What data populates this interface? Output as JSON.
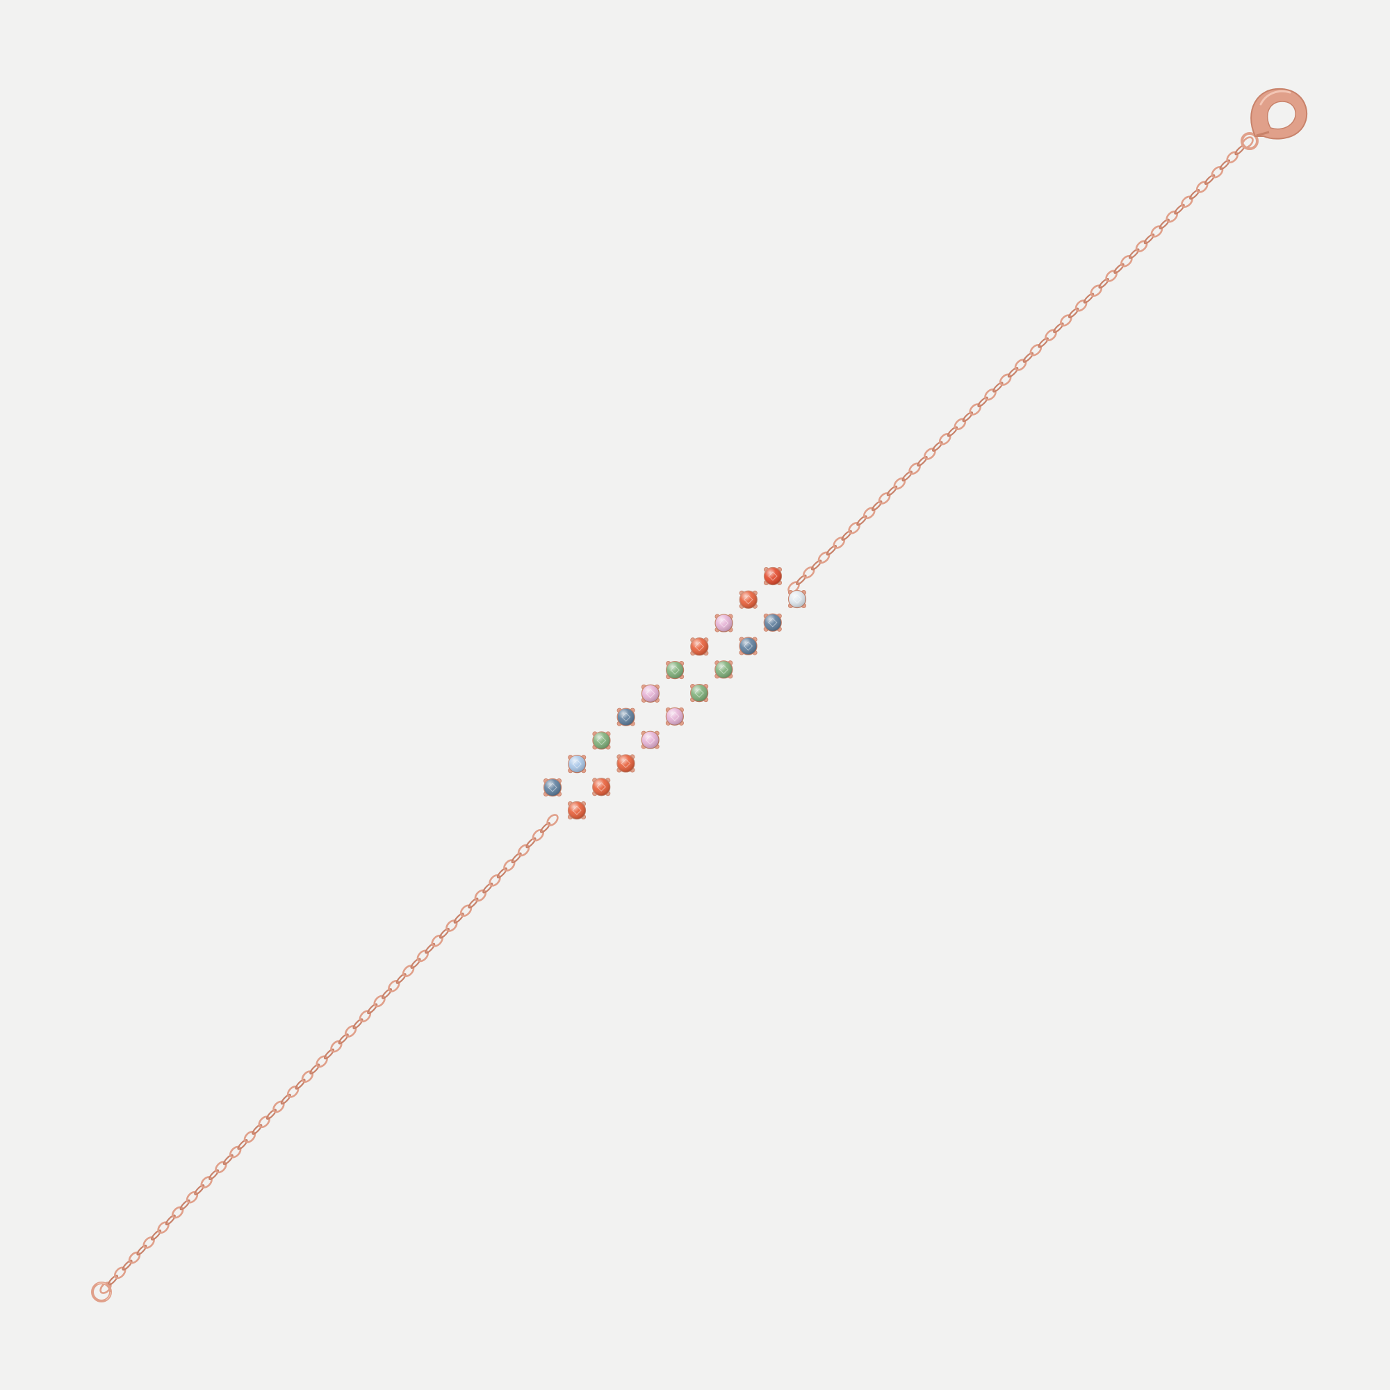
{
  "image": {
    "subject": "bracelet",
    "background_color": "#f2f2f1",
    "metal_color": "#e0a08a",
    "metal_highlight": "#f2c6b5",
    "metal_shadow": "#c8826a"
  },
  "stone_palette": {
    "orange": "#e8603a",
    "red_orange": "#e34a2c",
    "pink": "#e6b3d6",
    "green": "#7fb07a",
    "blue": "#5f7f9e",
    "light_blue": "#a9c7e8",
    "white": "#dfe8ef"
  },
  "stones_upper_branch": [
    "red_orange",
    "orange",
    "pink",
    "orange",
    "green",
    "pink",
    "blue",
    "green",
    "light_blue",
    "blue"
  ],
  "stones_lower_branch": [
    "white",
    "blue",
    "blue",
    "green",
    "green",
    "pink",
    "pink",
    "orange",
    "orange",
    "orange"
  ]
}
